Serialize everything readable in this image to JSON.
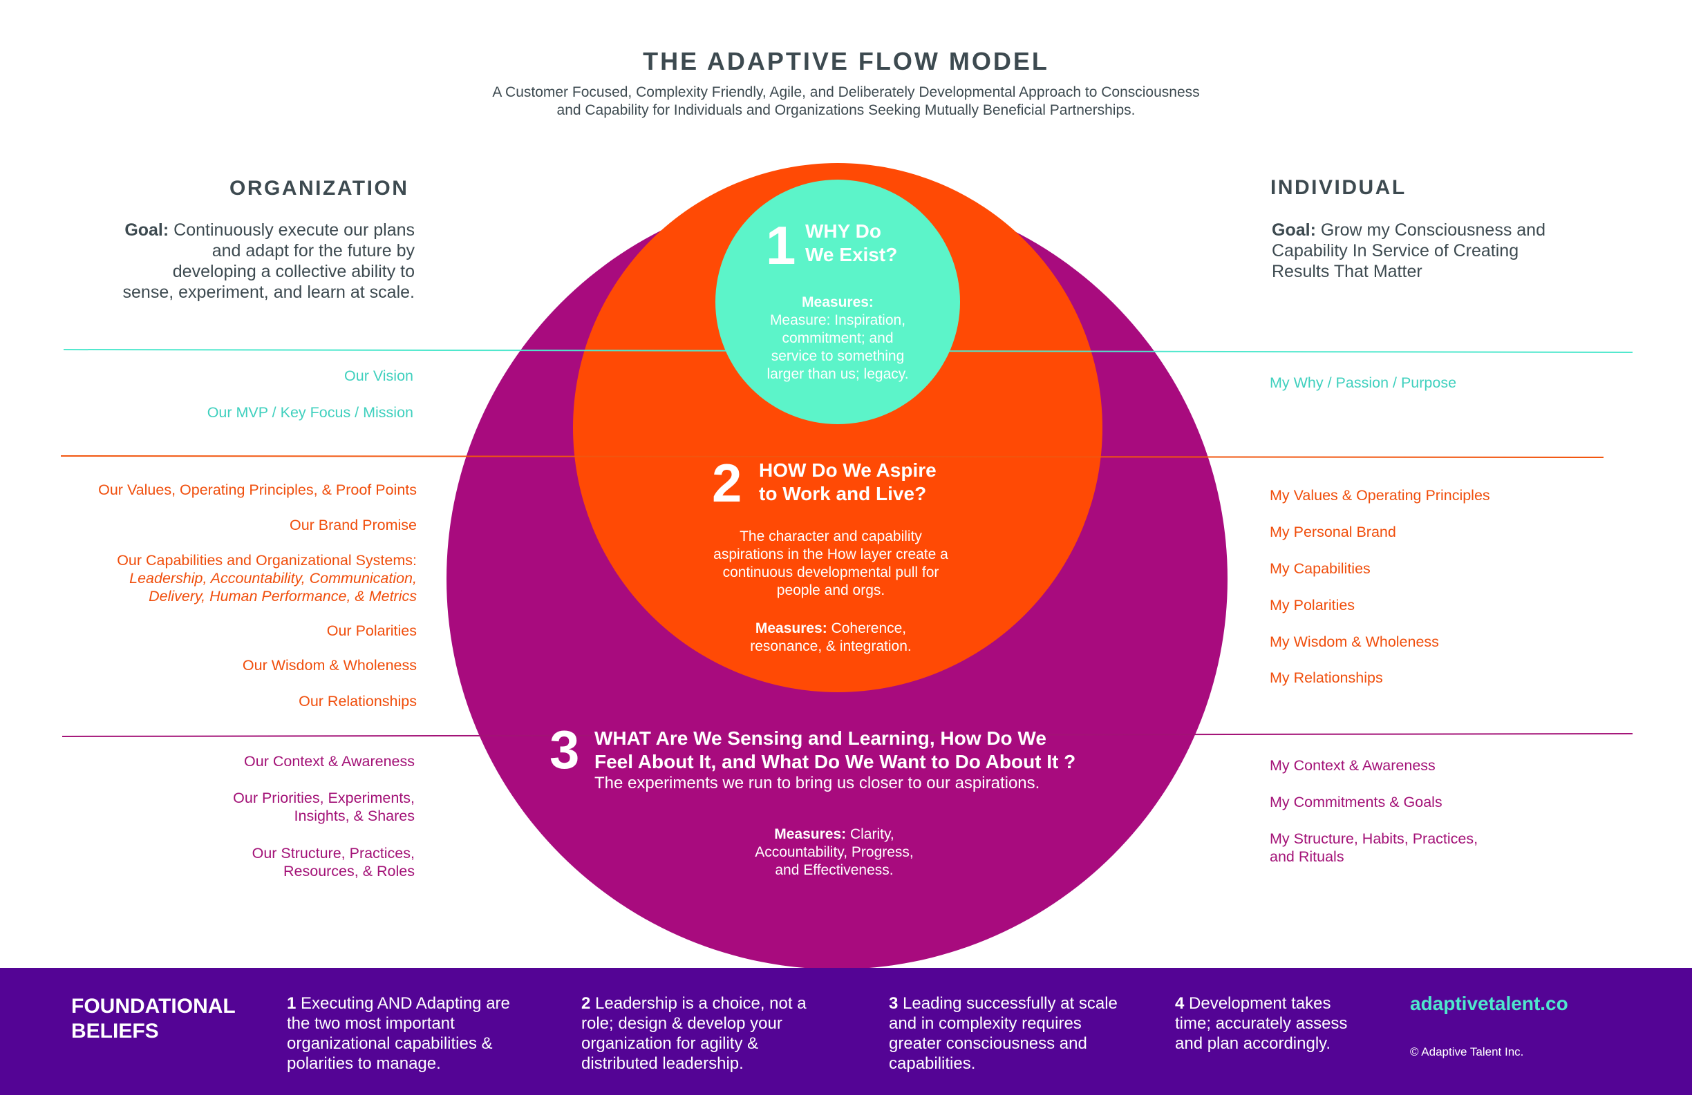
{
  "title": "THE ADAPTIVE FLOW MODEL",
  "subtitle_line1": "A Customer Focused, Complexity Friendly, Agile, and Deliberately Developmental Approach to Consciousness",
  "subtitle_line2": "and Capability for Individuals and Organizations Seeking Mutually Beneficial Partnerships.",
  "colors": {
    "teal": "#5cf4c9",
    "orange": "#ff4a05",
    "purple": "#a80b7e",
    "footer": "#540495",
    "text": "#3d4a50"
  },
  "organization": {
    "heading": "ORGANIZATION",
    "goal_label": "Goal:",
    "goal_lines": [
      "Continuously execute our plans",
      "and adapt for the future by",
      "developing a collective ability to",
      "sense, experiment, and learn at scale."
    ],
    "why_items": [
      "Our Vision",
      "Our MVP / Key Focus / Mission"
    ],
    "how_items": [
      "Our Values, Operating Principles, & Proof Points",
      "Our Brand Promise",
      "Our Capabilities and Organizational Systems:"
    ],
    "how_italic_lines": [
      "Leadership, Accountability, Communication,",
      "Delivery, Human Performance, & Metrics"
    ],
    "how_items_2": [
      "Our Polarities",
      "Our Wisdom & Wholeness",
      "Our Relationships"
    ],
    "what_items": [
      "Our Context & Awareness",
      "Our Priorities, Experiments,",
      "Insights, & Shares",
      "Our Structure, Practices,",
      "Resources, & Roles"
    ]
  },
  "individual": {
    "heading": "INDIVIDUAL",
    "goal_label": "Goal:",
    "goal_lines": [
      "Grow my Consciousness and",
      "Capability In Service of Creating",
      "Results That Matter"
    ],
    "why_items": [
      "My Why / Passion / Purpose"
    ],
    "how_items": [
      "My Values & Operating Principles",
      "My Personal Brand",
      "My Capabilities",
      "My Polarities",
      "My Wisdom & Wholeness",
      "My Relationships"
    ],
    "what_items": [
      "My Context & Awareness",
      "My Commitments & Goals",
      "My Structure, Habits, Practices,",
      "and Rituals"
    ]
  },
  "circle1": {
    "number": "1",
    "title_line1": "WHY Do",
    "title_line2": "We Exist?",
    "measures_label": "Measures:",
    "measures_lines": [
      "Measure: Inspiration,",
      "commitment; and",
      "service to something",
      "larger than us; legacy."
    ]
  },
  "circle2": {
    "number": "2",
    "title_bold": "HOW",
    "title_rest": " Do We Aspire",
    "title_line2": "to Work and Live?",
    "body_lines": [
      "The character and capability",
      "aspirations in the How layer create a",
      "continuous developmental pull for",
      "people and orgs."
    ],
    "measures_label": "Measures:",
    "measures_line1": " Coherence,",
    "measures_line2": "resonance, & integration."
  },
  "circle3": {
    "number": "3",
    "title_bold": "WHAT",
    "title_rest": " Are We Sensing and Learning, How Do We",
    "title_line2": "Feel About It, and What Do We Want to Do About It ?",
    "subline": "The experiments we run to bring us closer to our aspirations.",
    "measures_label": "Measures:",
    "measures_line1": " Clarity,",
    "measures_line2": "Accountability, Progress,",
    "measures_line3": "and Effectiveness."
  },
  "footer": {
    "heading_line1": "FOUNDATIONAL",
    "heading_line2": "BELIEFS",
    "beliefs": [
      {
        "num": "1",
        "lines": [
          " Executing AND Adapting are",
          "the two most important",
          "organizational capabilities &",
          "polarities to manage."
        ]
      },
      {
        "num": "2",
        "lines": [
          " Leadership is a choice, not a",
          "role; design & develop your",
          "organization for agility &",
          "distributed leadership."
        ]
      },
      {
        "num": "3",
        "lines": [
          " Leading successfully at scale",
          "and in complexity requires",
          "greater consciousness and",
          "capabilities."
        ]
      },
      {
        "num": "4",
        "lines": [
          " Development takes",
          "time; accurately assess",
          "and plan accordingly."
        ]
      }
    ],
    "url": "adaptivetalent.co",
    "copyright": "© Adaptive Talent Inc."
  }
}
